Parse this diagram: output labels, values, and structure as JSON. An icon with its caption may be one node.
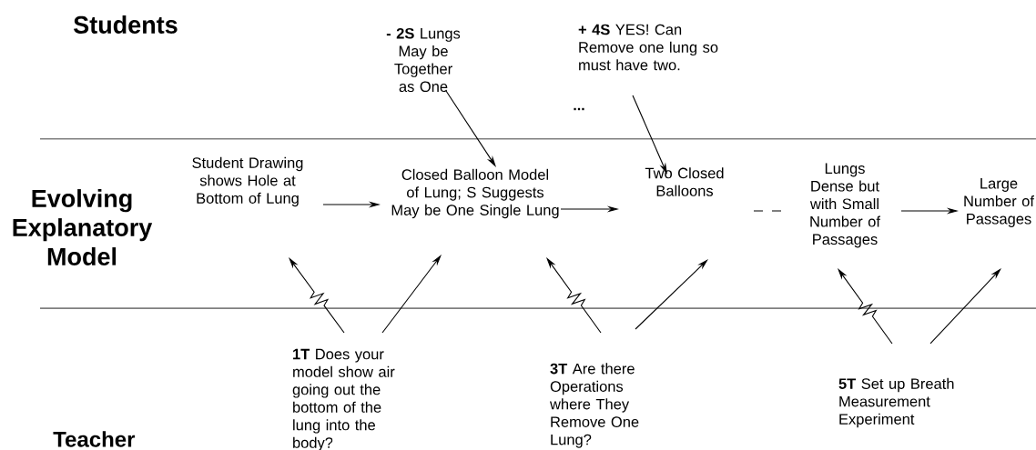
{
  "diagram": {
    "nodes": [
      {
        "text": [
          "**- 2S** Lungs May be Together as One"
        ]
      },
      {
        "text": [
          "**+ 4S** YES! Can Remove one lung so must have two."
        ]
      },
      {
        "text": [
          "Student Drawing shows Hole at Bottom of Lung"
        ]
      },
      {
        "text": [
          "Closed Balloon Model of Lung; S Suggests May be One Single Lung"
        ]
      },
      {
        "text": [
          "Two Closed Balloons"
        ]
      },
      {
        "text": [
          "Lungs Dense but with Small Number of Passages"
        ]
      },
      {
        "text": [
          "Large Number of Passages"
        ]
      },
      {
        "text": [
          "**1T** Does your model show air going out the bottom of the lung into the body?"
        ]
      },
      {
        "text": [
          "**3T** Are there Operations where They Remove One Lung?"
        ]
      },
      {
        "text": [
          "**5T** Set up Breath Measurement Experiment"
        ]
      }
    ],
    "edges": [
      {
        "from": 0,
        "to": 3,
        "arrow": "to"
      },
      {
        "from": 1,
        "to": 4,
        "arrow": "to"
      },
      {
        "from": 2,
        "to": 3,
        "arrow": "to"
      },
      {
        "from": 3,
        "to": 4,
        "arrow": "to"
      },
      {
        "from": 4,
        "to": 5,
        "arrow": "none",
        "style": "dashed"
      },
      {
        "from": 5,
        "to": 6,
        "arrow": "to"
      },
      {
        "from": 7,
        "to": 2,
        "arrow": "to"
      },
      {
        "from": 7,
        "to": 3,
        "arrow": "to"
      },
      {
        "from": 8,
        "to": 3,
        "arrow": "to"
      },
      {
        "from": 8,
        "to": 4,
        "arrow": "to"
      },
      {
        "from": 9,
        "to": 5,
        "arrow": "to"
      },
      {
        "from": 9,
        "to": 6,
        "arrow": "to"
      }
    ],
    "labels": [
      "Students",
      "...",
      "Evolving Explanatory Model",
      "Teacher"
    ]
  }
}
